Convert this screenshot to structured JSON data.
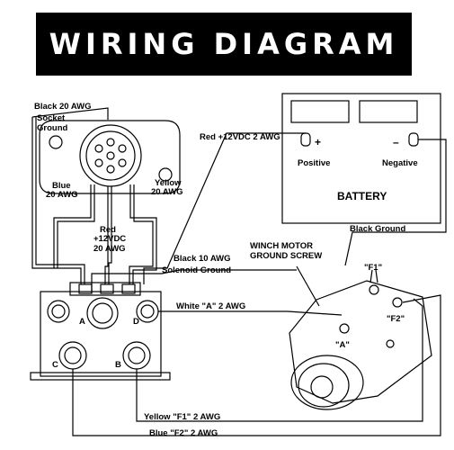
{
  "title": "WIRING DIAGRAM",
  "labels": {
    "black_20": "Black 20 AWG",
    "socket_ground_1": "Socket",
    "socket_ground_2": "Ground",
    "blue_20_1": "Blue",
    "blue_20_2": "20 AWG",
    "yellow_20_1": "Yellow",
    "yellow_20_2": "20 AWG",
    "red_12v_1": "Red",
    "red_12v_2": "+12VDC",
    "red_12v_3": "20 AWG",
    "red_battery": "Red +12VDC 2 AWG",
    "positive": "Positive",
    "negative": "Negative",
    "battery": "BATTERY",
    "plus": "+",
    "minus": "–",
    "black_ground": "Black Ground",
    "winch_motor_1": "WINCH MOTOR",
    "winch_motor_2": "GROUND SCREW",
    "black_10": "Black 10 AWG",
    "solenoid_ground": "Solenoid Ground",
    "white_a": "White \"A\" 2 AWG",
    "term_a": "A",
    "term_b": "B",
    "term_c": "C",
    "term_d": "D",
    "f1": "\"F1\"",
    "f2": "\"F2\"",
    "motor_a": "\"A\"",
    "yellow_f1": "Yellow \"F1\" 2 AWG",
    "blue_f2": "Blue \"F2\" 2 AWG"
  }
}
